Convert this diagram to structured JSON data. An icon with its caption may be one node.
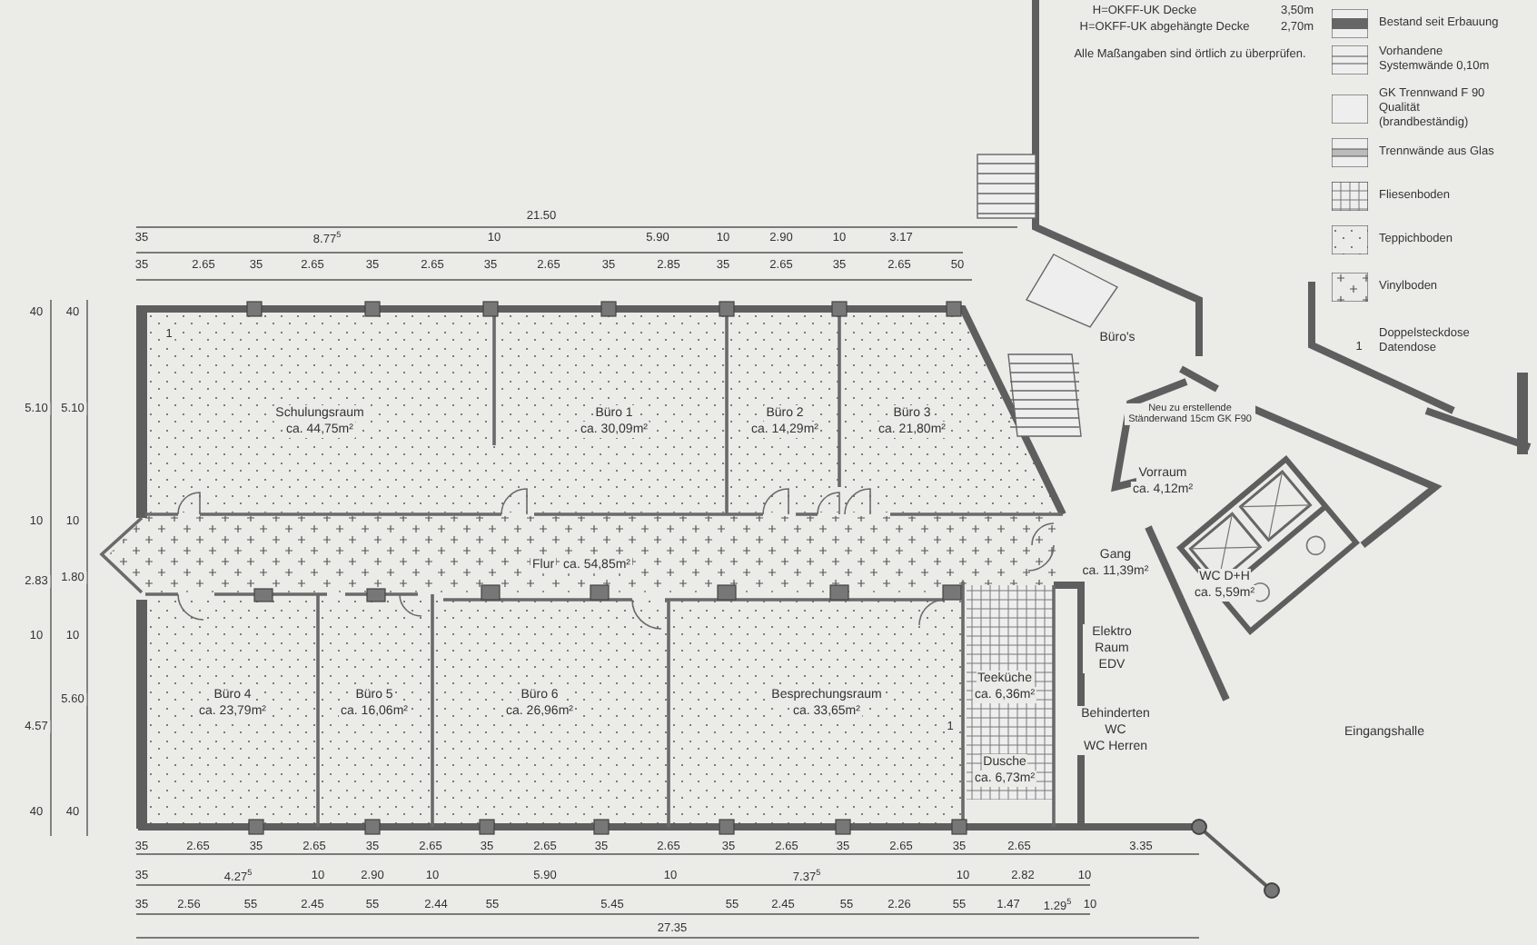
{
  "diagram": {
    "nodes": [
      {
        "text": [
          "Schulungsraum",
          "ca. 44,75m²"
        ]
      },
      {
        "text": [
          "Büro 1",
          "ca. 30,09m²"
        ]
      },
      {
        "text": [
          "Büro 2",
          "ca. 14,29m²"
        ]
      },
      {
        "text": [
          "Büro 3",
          "ca. 21,80m²"
        ]
      },
      {
        "text": [
          "Flur",
          "ca. 54,85m²"
        ]
      },
      {
        "text": [
          "Büro 4",
          "ca. 23,79m²"
        ]
      },
      {
        "text": [
          "Büro 5",
          "ca. 16,06m²"
        ]
      },
      {
        "text": [
          "Büro 6",
          "ca. 26,96m²"
        ]
      },
      {
        "text": [
          "Besprechungsraum",
          "ca. 33,65m²"
        ]
      },
      {
        "text": [
          "Teeküche",
          "ca. 6,36m²"
        ]
      },
      {
        "text": [
          "Elektro Raum EDV"
        ]
      },
      {
        "text": [
          "Behinderten WC",
          "WC Herren"
        ]
      },
      {
        "text": [
          "Dusche",
          "ca. 6,73m²"
        ]
      },
      {
        "text": [
          "Vorraum",
          "ca. 4,12m²"
        ]
      },
      {
        "text": [
          "Gang",
          "ca. 11,39m²"
        ]
      },
      {
        "text": [
          "WC D+H",
          "ca. 5,59m²"
        ]
      },
      {
        "text": [
          "Büro's"
        ]
      },
      {
        "text": [
          "Eingangshalle"
        ]
      }
    ],
    "labels": [
      "H=OKFF-UK Decke",
      "3,50m",
      "H=OKFF-UK abgehängte Decke",
      "2,70m",
      "Alle Maßangaben sind örtlich zu überprüfen.",
      "21.50",
      "35",
      "8.77$^{5}$",
      "10",
      "5.90",
      "10",
      "2.90",
      "10",
      "3.17",
      "35",
      "2.65",
      "35",
      "2.65",
      "35",
      "2.65",
      "35",
      "2.65",
      "35",
      "2.85",
      "35",
      "2.65",
      "35",
      "2.65",
      "50",
      "35",
      "2.65",
      "35",
      "2.65",
      "35",
      "2.65",
      "35",
      "2.65",
      "35",
      "2.65",
      "35",
      "2.65",
      "35",
      "2.65",
      "35",
      "2.65",
      "3.35",
      "35",
      "4.27$^{5}$",
      "10",
      "2.90",
      "10",
      "5.90",
      "10",
      "7.37$^{5}$",
      "10",
      "2.82",
      "10",
      "35",
      "2.56",
      "55",
      "2.45",
      "55",
      "2.44",
      "55",
      "5.45",
      "55",
      "2.45",
      "55",
      "2.26",
      "55",
      "1.47",
      "1.29$^{5}$",
      "10",
      "27.35",
      "40",
      "5.10",
      "10",
      "2.83",
      "10",
      "4.57",
      "40",
      "40",
      "5.10",
      "10",
      "1.80",
      "10",
      "5.60",
      "40",
      "1",
      "1",
      "Neu zu erstellende Ständerwand 15cm GK F90",
      "1"
    ],
    "legend": [
      {
        "text": "Bestand seit Erbauung"
      },
      {
        "text": "Vorhandene Systemwände 0,10m"
      },
      {
        "text": "GK Trennwand F 90 Qualität (brandbeständig)"
      },
      {
        "text": "Trennwände aus Glas"
      },
      {
        "text": "Fliesenboden"
      },
      {
        "text": "Teppichboden"
      },
      {
        "text": "Vinylboden"
      },
      {
        "text": "Doppelsteckdose Datendose"
      }
    ]
  }
}
